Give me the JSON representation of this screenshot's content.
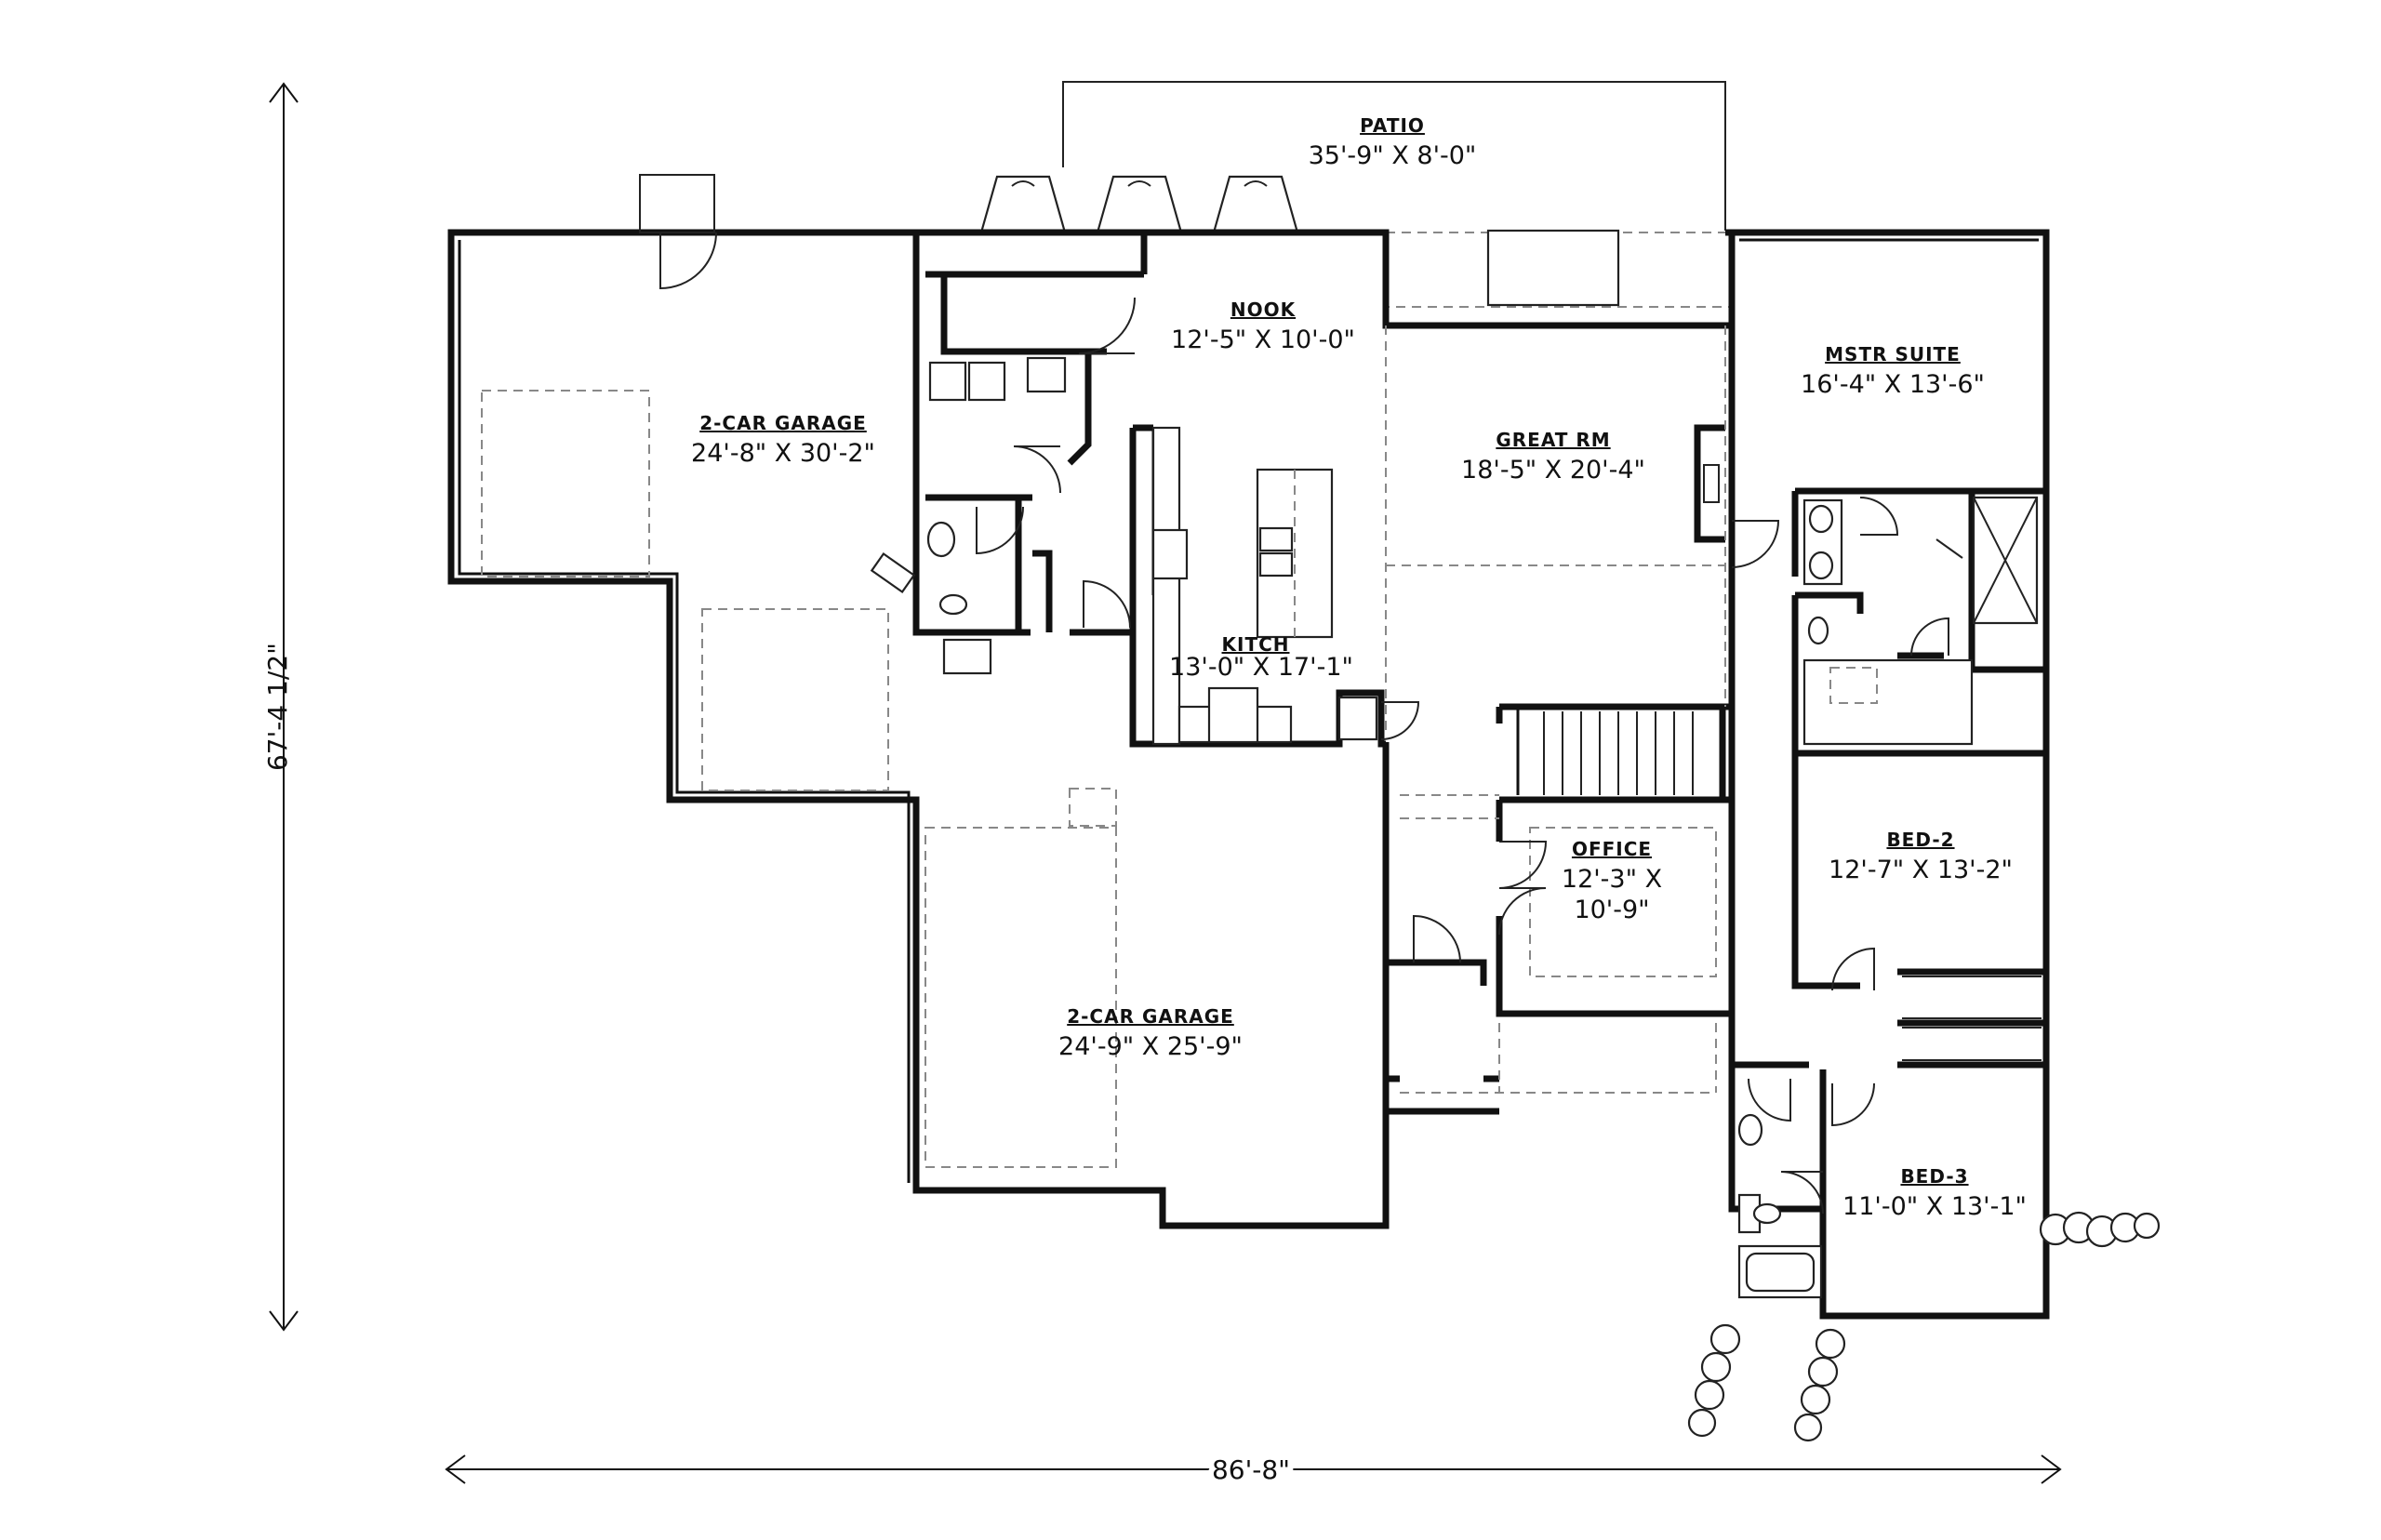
{
  "rooms": {
    "patio": {
      "name": "PATIO",
      "size": "35'-9\" X 8'-0\""
    },
    "nook": {
      "name": "NOOK",
      "size": "12'-5\" X 10'-0\""
    },
    "great_rm": {
      "name": "GREAT RM",
      "size": "18'-5\" X 20'-4\""
    },
    "mstr_suite": {
      "name": "MSTR SUITE",
      "size": "16'-4\" X 13'-6\""
    },
    "garage_1": {
      "name": "2-CAR GARAGE",
      "size": "24'-8\" X 30'-2\""
    },
    "kitchen": {
      "name": "KITCH",
      "size": "13'-0\" X 17'-1\""
    },
    "office": {
      "name": "OFFICE",
      "size_line1": "12'-3\" X",
      "size_line2": "10'-9\""
    },
    "bed_2": {
      "name": "BED-2",
      "size": "12'-7\" X 13'-2\""
    },
    "garage_2": {
      "name": "2-CAR GARAGE",
      "size": "24'-9\" X 25'-9\""
    },
    "bed_3": {
      "name": "BED-3",
      "size": "11'-0\" X 13'-1\""
    }
  },
  "dimensions": {
    "overall_width": "86'-8\"",
    "overall_depth": "67'-4 1/2\""
  }
}
